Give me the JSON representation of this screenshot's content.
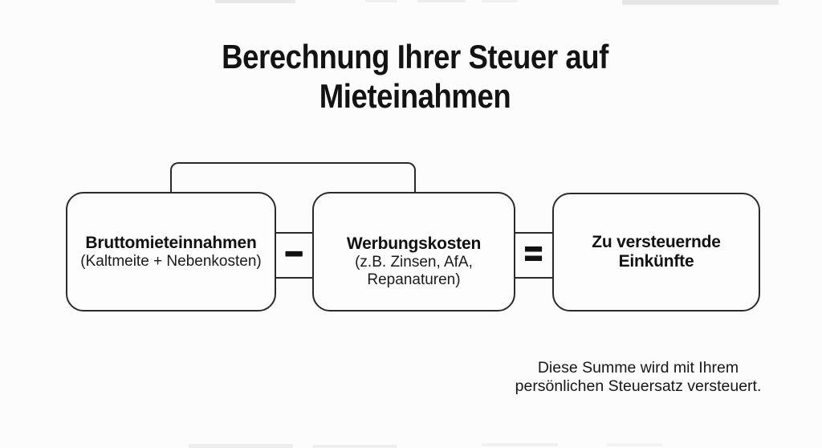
{
  "title": {
    "line1": "Berechnung Ihrer Steuer auf",
    "line2": "Mieteinahmen"
  },
  "flow": {
    "box1": {
      "title": "Bruttomieteinnahmen",
      "subtitle": "(Kaltmeite + Nebenkosten)"
    },
    "operator_minus": "−",
    "box2": {
      "title": "Werbungskosten",
      "subtitle_line1": "(z.B. Zinsen, AfA,",
      "subtitle_line2": "Repanaturen)"
    },
    "operator_equals": "=",
    "box3": {
      "title_line1": "Zu versteuernde",
      "title_line2": "Einkünfte"
    }
  },
  "footnote": {
    "line1": "Diese Summe wird mit Ihrem",
    "line2": "persönlichen Steuersatz versteuert."
  },
  "colors": {
    "text": "#151515",
    "line": "#2b2b2b",
    "background": "#fcfcfc",
    "box_fill": "#fdfdfd"
  }
}
